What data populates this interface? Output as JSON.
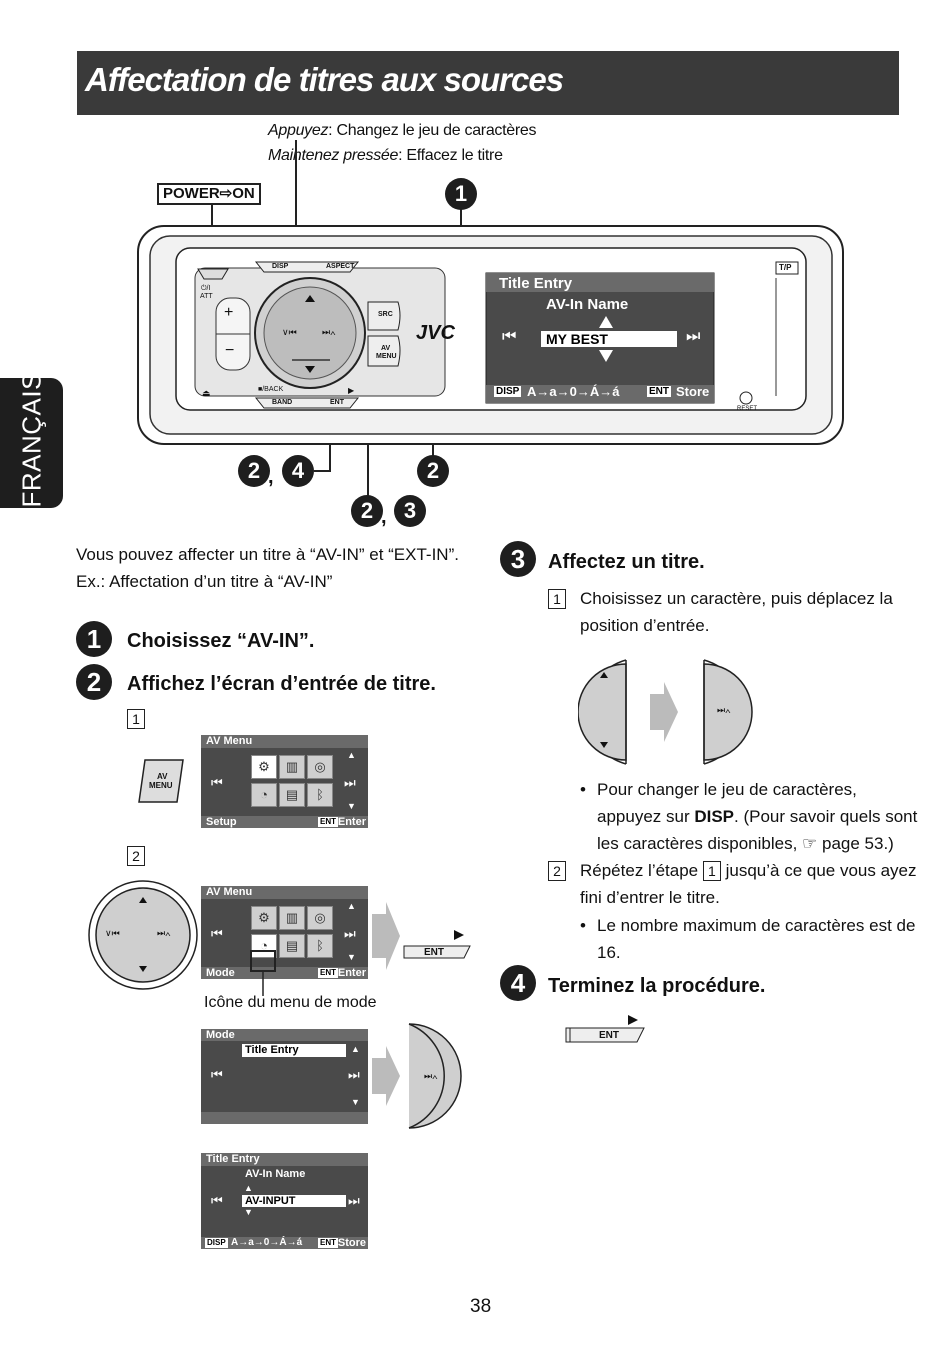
{
  "title": "Affectation de titres aux sources",
  "side_tab": "FRANÇAIS",
  "diagram": {
    "callout_press_label": "Appuyez",
    "callout_press_text": ": Changez le jeu de caractères",
    "callout_hold_label": "Maintenez pressée",
    "callout_hold_text": ": Effacez le titre",
    "power_label": "POWER⇨ON",
    "num_1": "1",
    "num_2a": "2",
    "num_4": "4",
    "num_2b": "2",
    "num_2c": "2",
    "num_3": "3",
    "comma": ",",
    "btn_disp": "DISP",
    "btn_aspect": "ASPECT",
    "btn_power": "⏻/I",
    "btn_att": "ATT",
    "btn_src": "SRC",
    "btn_av": "AV",
    "btn_menu": "MENU",
    "btn_back": "■/BACK",
    "btn_band": "BAND",
    "btn_ent": "ENT",
    "btn_reset": "RESET",
    "btn_tp": "T/P",
    "brand": "JVC",
    "screen_title": "Title Entry",
    "screen_name": "AV-In Name",
    "screen_value": "MY BEST",
    "screen_disp": "DISP",
    "screen_charset": "A→a→0→Á→á",
    "screen_ent": "ENT",
    "screen_store": "Store"
  },
  "intro_1": "Vous pouvez affecter un titre à “AV-IN” et “EXT-IN”.",
  "intro_2": "Ex.: Affectation d’un titre à “AV-IN”",
  "step1": {
    "num": "1",
    "title": "Choisissez “AV-IN”."
  },
  "step2": {
    "num": "2",
    "title": "Affichez l’écran d’entrée de titre.",
    "sub1": "1",
    "sub2": "2",
    "av_menu_btn_1": "AV",
    "av_menu_btn_2": "MENU",
    "menu_header": "AV Menu",
    "menu_footer_left_1": "Setup",
    "menu_footer_left_2": "Mode",
    "menu_footer_ent": "ENT",
    "menu_footer_enter": "Enter",
    "ent_button": "ENT",
    "mode_icon_caption": "Icône du menu de mode",
    "mode_header": "Mode",
    "mode_item": "Title Entry",
    "te_header": "Title Entry",
    "te_name": "AV-In Name",
    "te_value": "AV-INPUT",
    "te_disp": "DISP",
    "te_charset": "A→a→0→Á→á",
    "te_ent": "ENT",
    "te_store": "Store"
  },
  "step3": {
    "num": "3",
    "title": "Affectez un titre.",
    "sub1_num": "1",
    "sub1_text_1": "Choisissez un caractère, puis déplacez la",
    "sub1_text_2": "position d’entrée.",
    "bullet1_1": "Pour changer le jeu de caractères,",
    "bullet1_2a": "appuyez sur ",
    "bullet1_2b": "DISP",
    "bullet1_2c": ". (Pour savoir quels sont",
    "bullet1_3": "les caractères disponibles, ☞ page 53.)",
    "sub2_num": "2",
    "sub2_text_1a": "Répétez l’étape ",
    "sub2_text_1b": "1",
    "sub2_text_1c": " jusqu’à ce que vous ayez",
    "sub2_text_2": "fini d’entrer le titre.",
    "bullet2_1": "Le nombre maximum de caractères est de",
    "bullet2_2": "16."
  },
  "step4": {
    "num": "4",
    "title": "Terminez la procédure.",
    "ent_button": "ENT"
  },
  "page_number": "38"
}
